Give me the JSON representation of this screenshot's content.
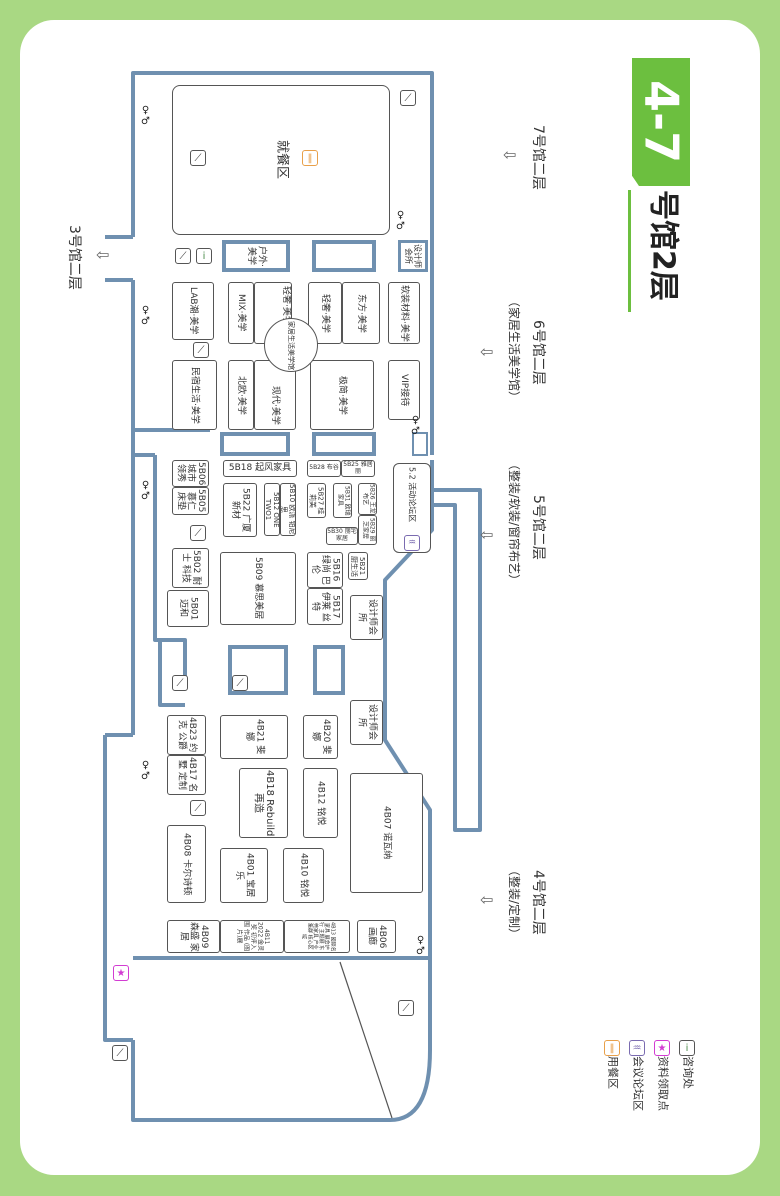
{
  "title": {
    "number": "4-7",
    "suffix": "号馆2层"
  },
  "colors": {
    "background": "#a9d883",
    "accent_green": "#6cbf3f",
    "wall": "#6f90b0",
    "meal": "#e8a04a",
    "forum": "#7a6bb0",
    "material": "#d23cd2",
    "info": "#4a8a4a"
  },
  "directions": {
    "hall7": "7号馆二层",
    "hall3": "3号馆二层",
    "hall6": "6号馆二层",
    "hall6_sub": "（家居生活美学馆）",
    "hall5": "5号馆二层",
    "hall5_sub": "（整装/软装/窗帘布艺）",
    "hall4": "4号馆二层",
    "hall4_sub": "（整装/定制）",
    "arrow": "⇦"
  },
  "areas": {
    "dining": "就餐区",
    "outdoor": "户外·美学",
    "designer_club": "设计师会所",
    "soft_material": "软装材料·美学",
    "oriental": "东方·美学",
    "light_lux1": "轻奢·美学",
    "mix": "MIX·美学",
    "light_lux2": "轻奢·美学",
    "lab": "LAB潮·美学",
    "pavilion": "家居生活美学馆",
    "homestay": "民宿生活·美学",
    "nordic": "北欧·美学",
    "modern": "现代·美学",
    "minimal": "极简·美学",
    "vip": "VIP接待",
    "forum": "5.2 活动论坛区"
  },
  "booths": {
    "b5B06": "5B06 城市 领秀",
    "b5B05": "5B05 慕仁 床垫",
    "b5B18": "5B18 起风家具",
    "b5B22": "5B22 广厦新材",
    "b5B12": "5B12 ONE TWO1",
    "b5B10": "5B10 欧派 铂尼思",
    "b5B28": "5B28 布谷",
    "b5B25": "5B25 雅居丽",
    "b5B27": "5B27 桂莉美",
    "b5B31": "5B31 欧瑞家具",
    "b5B26": "5B26 王龙布艺",
    "b5B29": "5B29 丽芝家居",
    "b5B30": "5B30 丽宅家居",
    "b5B02": "5B02 耐士 科技",
    "b5B01": "5B01 迈和",
    "b5B09": "5B09 慕思美居",
    "b5B16": "5B16 绿尚 巴伦",
    "b5B17": "5B17 伊莱 丝特",
    "b5B21": "5B21 厨生活",
    "b4B23": "4B23 约克 公爵",
    "b4B17": "4B17 名墅 定制",
    "b4B21": "4B21 斐娜",
    "b4B20": "4B20 斐娜",
    "b4B18": "4B18 Rebuild再造",
    "b4B12": "4B12 铭悦",
    "b4B07": "4B07 诺瓦纳",
    "b4B08": "4B08 卡尔诗顿",
    "b4B01": "4B01 宝居乐",
    "b4B10": "4B10 铭悦",
    "b4B09": "4B09 森盛 家居",
    "b4B11": "4B11 2022 金灵奖 初评入围 作品 (图片)展",
    "b4B13": "4B13 國際名家具 展会护行 主题展 东莞家具 产业集群 核心区域",
    "b4B06": "4B06 画廊"
  },
  "legend": [
    {
      "icon": "info-icon",
      "glyph": "i",
      "label": "咨询处"
    },
    {
      "icon": "material-pickup-icon",
      "glyph": "★",
      "label": "资料领取点"
    },
    {
      "icon": "forum-icon",
      "glyph": "♒",
      "label": "会议论坛区"
    },
    {
      "icon": "dining-icon",
      "glyph": "‖",
      "label": "用餐区"
    }
  ]
}
